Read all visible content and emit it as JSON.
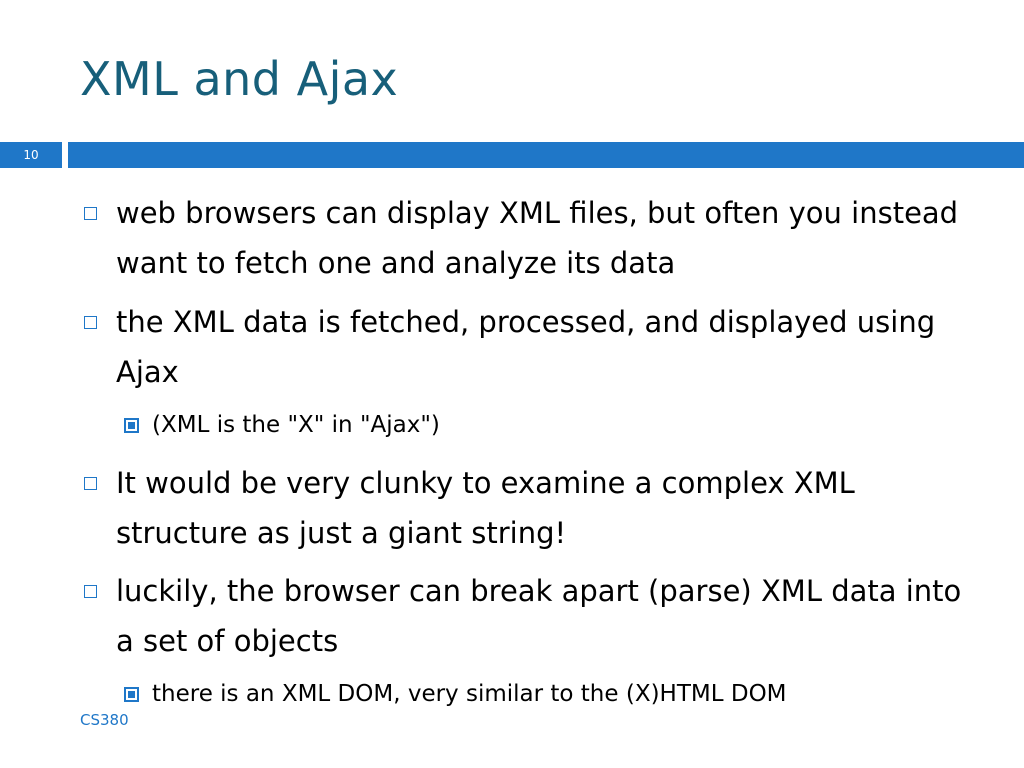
{
  "slide": {
    "title": "XML and Ajax",
    "number": "10",
    "footer": "CS380",
    "accent_color": "#1f77c8",
    "title_color": "#175f7a"
  },
  "bullets": [
    {
      "text": "web browsers can display XML files, but often you instead want to fetch one and analyze its data"
    },
    {
      "text": "the XML data is fetched, processed, and displayed using Ajax"
    },
    {
      "text": "(XML is the \"X\" in \"Ajax\")",
      "level": 2
    },
    {
      "text": "It would be very clunky to examine a complex XML structure as just a giant string!"
    },
    {
      "text": "luckily, the browser can break apart (parse) XML data into a set of objects"
    },
    {
      "text": "there is an XML DOM, very similar to the (X)HTML DOM",
      "level": 2
    }
  ],
  "icons": {
    "bullet": "hollow-square-icon",
    "sub_bullet": "filled-square-icon"
  }
}
